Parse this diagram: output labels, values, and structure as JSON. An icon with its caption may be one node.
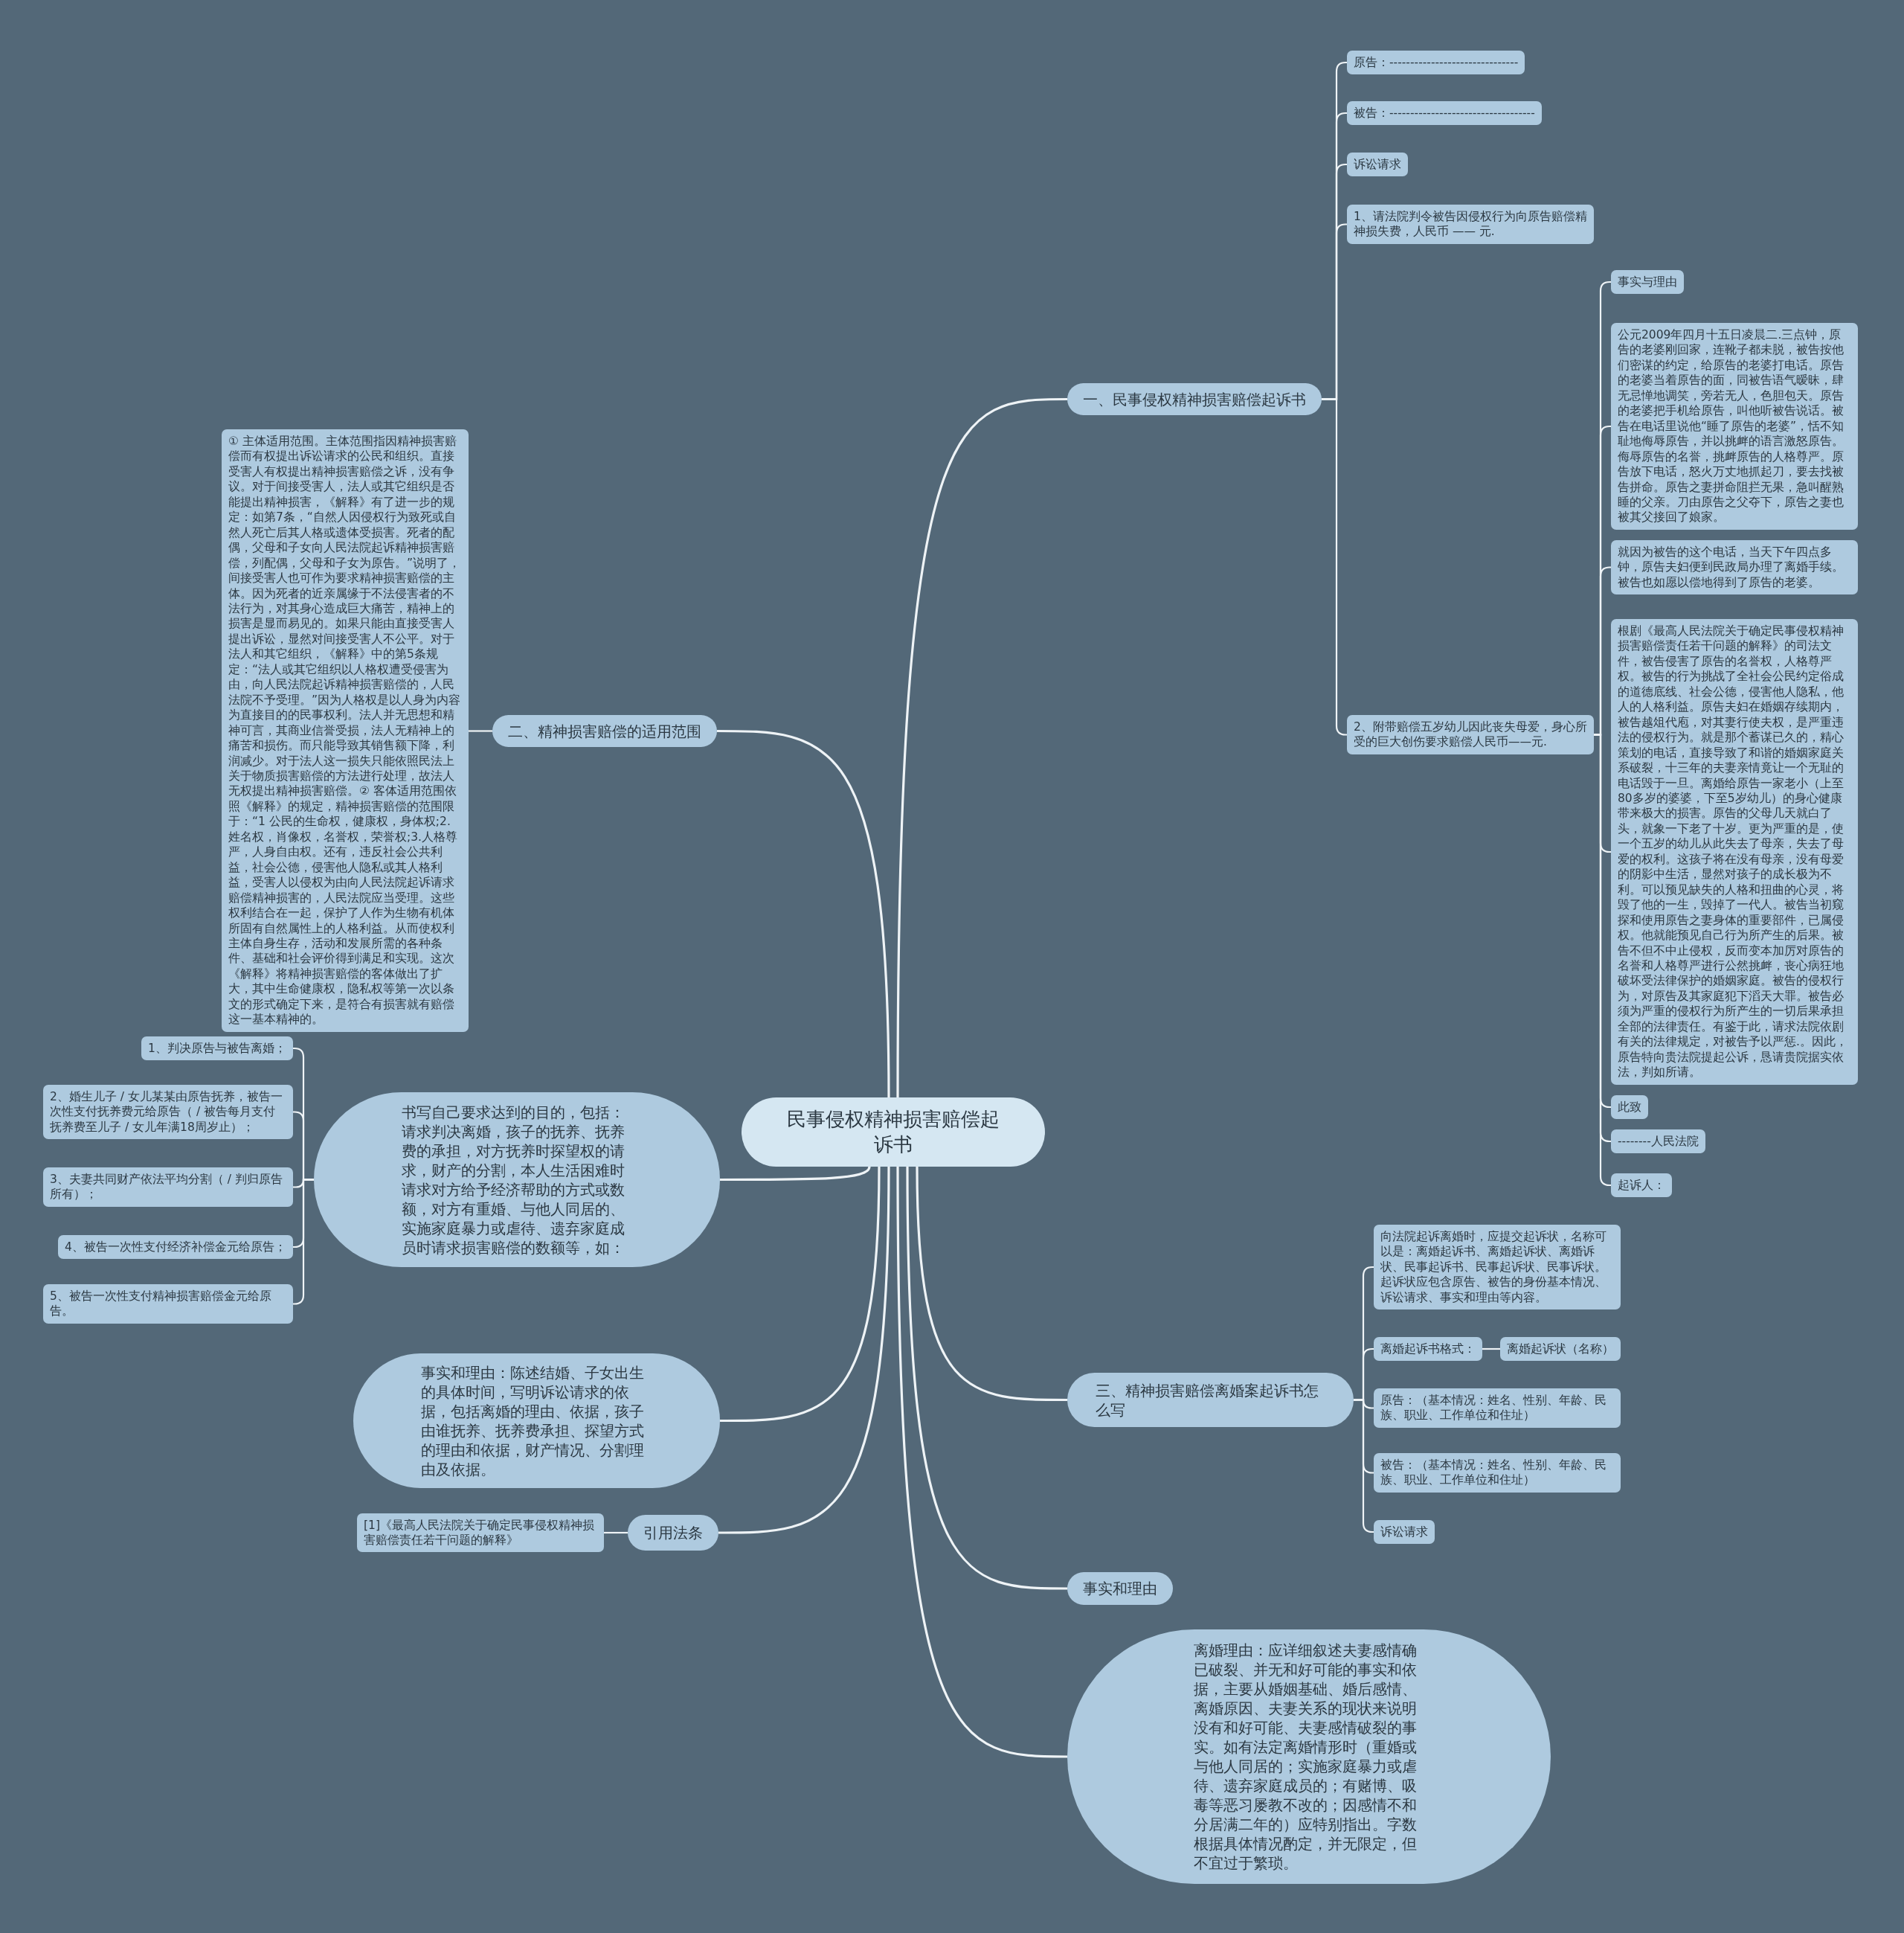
{
  "diagram": {
    "nodes": [
      {
        "text": [
          "民事侵权精神损害赔偿起诉书"
        ]
      },
      {
        "text": [
          "一、民事侵权精神损害赔偿起诉书"
        ]
      },
      {
        "text": [
          "原告：-------------------------------"
        ]
      },
      {
        "text": [
          "被告：-----------------------------------"
        ]
      },
      {
        "text": [
          "诉讼请求"
        ]
      },
      {
        "text": [
          "1、请法院判令被告因侵权行为向原告赔偿精神损失费，人民币 —— 元."
        ]
      },
      {
        "text": [
          "2、附带赔偿五岁幼儿因此丧失母爱，身心所受的巨大创伤要求赔偿人民币——元."
        ]
      },
      {
        "text": [
          "事实与理由"
        ]
      },
      {
        "text": [
          "公元2009年四月十五日凌晨二.三点钟，原告的老婆刚回家，连靴子都未脱，被告按他们密谋的约定，给原告的老婆打电话。原告的老婆当着原告的面，同被告语气暧昧，肆无忌惮地调笑，旁若无人，色胆包天。原告的老婆把手机给原告，叫他听被告说话。被告在电话里说他“睡了原告的老婆”，恬不知耻地侮辱原告，并以挑衅的语言激怒原告。侮辱原告的名誉，挑衅原告的人格尊严。原告放下电话，怒火万丈地抓起刀，要去找被告拼命。原告之妻拼命阻拦无果，急叫醒熟睡的父亲。刀由原告之父夺下，原告之妻也被其父接回了娘家。"
        ]
      },
      {
        "text": [
          "就因为被告的这个电话，当天下午四点多钟，原告夫妇便到民政局办理了离婚手续。被告也如愿以偿地得到了原告的老婆。"
        ]
      },
      {
        "text": [
          "根剧《最高人民法院关于确定民事侵权精神损害赔偿责任若干问题的解释》的司法文件，被告侵害了原告的名誉权，人格尊严权。被告的行为挑战了全社会公民约定俗成的道德底线、社会公德，侵害他人隐私，他人的人格利益。原告夫妇在婚姻存续期内，被告越俎代庖，对其妻行使夫权，是严重违法的侵权行为。就是那个蓄谋已久的，精心策划的电话，直接导致了和谐的婚姻家庭关系破裂，十三年的夫妻亲情竟让一个无耻的电话毁于一旦。离婚给原告一家老小（上至80多岁的婆婆，下至5岁幼儿）的身心健康带来极大的损害。原告的父母几天就白了头，就象一下老了十岁。更为严重的是，使一个五岁的幼儿从此失去了母亲，失去了母爱的权利。这孩子将在没有母亲，没有母爱的阴影中生活，显然对孩子的成长极为不利。可以预见缺失的人格和扭曲的心灵，将毁了他的一生，毁掉了一代人。被告当初窥探和使用原告之妻身体的重要部件，已属侵权。他就能预见自己行为所产生的后果。被告不但不中止侵权，反而变本加厉对原告的名誉和人格尊严进行公然挑衅，丧心病狂地破坏受法律保护的婚姻家庭。被告的侵权行为，对原告及其家庭犯下滔天大罪。被告必须为严重的侵权行为所产生的一切后果承担全部的法律责任。有鉴于此，请求法院依剧有关的法律规定，对被告予以严惩.。因此，原告特向贵法院提起公诉，恳请贵院据实依法，判如所请。"
        ]
      },
      {
        "text": [
          "此致"
        ]
      },
      {
        "text": [
          "--------人民法院"
        ]
      },
      {
        "text": [
          "起诉人："
        ]
      },
      {
        "text": [
          "二、精神损害赔偿的适用范围"
        ]
      },
      {
        "text": [
          "① 主体适用范围。主体范围指因精神损害赔偿而有权提出诉讼请求的公民和组织。直接受害人有权提出精神损害赔偿之诉，没有争议。对于间接受害人，法人或其它组织是否能提出精神损害，《解释》有了进一步的规定：如第7条，“自然人因侵权行为致死或自然人死亡后其人格或遗体受损害。死者的配偶，父母和子女向人民法院起诉精神损害赔偿，列配偶，父母和子女为原告。”说明了，间接受害人也可作为要求精神损害赔偿的主体。因为死者的近亲属缘于不法侵害者的不法行为，对其身心造成巨大痛苦，精神上的损害是显而易见的。如果只能由直接受害人提出诉讼，显然对间接受害人不公平。对于法人和其它组织，《解释》中的第5条规定：“法人或其它组织以人格权遭受侵害为由，向人民法院起诉精神损害赔偿的，人民法院不予受理。”因为人格权是以人身为内容为直接目的的民事权利。法人并无思想和精神可言，其商业信誉受损，法人无精神上的痛苦和损伤。而只能导致其销售额下降，利润减少。对于法人这一损失只能依照民法上关于物质损害赔偿的方法进行处理，故法人无权提出精神损害赔偿。② 客体适用范围依照《解释》的规定，精神损害赔偿的范围限于：“1 公民的生命权，健康权，身体权;2.姓名权，肖像权，名誉权，荣誉权;3.人格尊严，人身自由权。还有，违反社会公共利益，社会公德，侵害他人隐私或其人格利益，受害人以侵权为由向人民法院起诉请求赔偿精神损害的，人民法院应当受理。这些权利结合在一起，保护了人作为生物有机体所固有自然属性上的人格利益。从而使权利主体自身生存，活动和发展所需的各种条件、基础和社会评价得到满足和实现。这次《解释》将精神损害赔偿的客体做出了扩大，其中生命健康权，隐私权等第一次以条文的形式确定下来，是符合有损害就有赔偿这一基本精神的。"
        ]
      },
      {
        "text": [
          "书写自己要求达到的目的，包括：请求判决离婚，孩子的抚养、抚养费的承担，对方抚养时探望权的请求，财产的分割，本人生活困难时请求对方给予经济帮助的方式或数额，对方有重婚、与他人同居的、实施家庭暴力或虐待、遗弃家庭成员时请求损害赔偿的数额等，如："
        ]
      },
      {
        "text": [
          "1、判决原告与被告离婚；"
        ]
      },
      {
        "text": [
          "2、婚生儿子 / 女儿某某由原告抚养，被告一次性支付抚养费元给原告（ / 被告每月支付抚养费至儿子 / 女儿年满18周岁止）；"
        ]
      },
      {
        "text": [
          "3、夫妻共同财产依法平均分割（ / 判归原告所有）；"
        ]
      },
      {
        "text": [
          "4、被告一次性支付经济补偿金元给原告；"
        ]
      },
      {
        "text": [
          "5、被告一次性支付精神损害赔偿金元给原告。"
        ]
      },
      {
        "text": [
          "事实和理由：陈述结婚、子女出生的具体时间，写明诉讼请求的依据，包括离婚的理由、依据，孩子由谁抚养、抚养费承担、探望方式的理由和依据，财产情况、分割理由及依据。"
        ]
      },
      {
        "text": [
          "引用法条"
        ]
      },
      {
        "text": [
          "[1]《最高人民法院关于确定民事侵权精神损害赔偿责任若干问题的解释》"
        ]
      },
      {
        "text": [
          "三、精神损害赔偿离婚案起诉书怎么写"
        ]
      },
      {
        "text": [
          "向法院起诉离婚时，应提交起诉状，名称可以是：离婚起诉书、离婚起诉状、离婚诉状、民事起诉书、民事起诉状、民事诉状。起诉状应包含原告、被告的身份基本情况、诉讼请求、事实和理由等内容。"
        ]
      },
      {
        "text": [
          "离婚起诉书格式："
        ]
      },
      {
        "text": [
          "离婚起诉状（名称）"
        ]
      },
      {
        "text": [
          "原告：（基本情况：姓名、性别、年龄、民族、职业、工作单位和住址）"
        ]
      },
      {
        "text": [
          "被告：（基本情况：姓名、性别、年龄、民族、职业、工作单位和住址）"
        ]
      },
      {
        "text": [
          "诉讼请求"
        ]
      },
      {
        "text": [
          "事实和理由"
        ]
      },
      {
        "text": [
          "离婚理由：应详细叙述夫妻感情确已破裂、并无和好可能的事实和依据，主要从婚姻基础、婚后感情、离婚原因、夫妻关系的现状来说明没有和好可能、夫妻感情破裂的事实。如有法定离婚情形时（重婚或与他人同居的；实施家庭暴力或虐待、遗弃家庭成员的；有赌博、吸毒等恶习屡教不改的；因感情不和分居满二年的）应特别指出。字数根据具体情况酌定，并无限定，但不宜过于繁琐。"
        ]
      }
    ],
    "edges": [
      {
        "from": 0,
        "to": 1,
        "arrow": "none"
      },
      {
        "from": 1,
        "to": 2,
        "arrow": "none"
      },
      {
        "from": 1,
        "to": 3,
        "arrow": "none"
      },
      {
        "from": 1,
        "to": 4,
        "arrow": "none"
      },
      {
        "from": 1,
        "to": 5,
        "arrow": "none"
      },
      {
        "from": 1,
        "to": 6,
        "arrow": "none"
      },
      {
        "from": 6,
        "to": 7,
        "arrow": "none"
      },
      {
        "from": 6,
        "to": 8,
        "arrow": "none"
      },
      {
        "from": 6,
        "to": 9,
        "arrow": "none"
      },
      {
        "from": 6,
        "to": 10,
        "arrow": "none"
      },
      {
        "from": 6,
        "to": 11,
        "arrow": "none"
      },
      {
        "from": 6,
        "to": 12,
        "arrow": "none"
      },
      {
        "from": 6,
        "to": 13,
        "arrow": "none"
      },
      {
        "from": 0,
        "to": 14,
        "arrow": "none"
      },
      {
        "from": 14,
        "to": 15,
        "arrow": "none"
      },
      {
        "from": 0,
        "to": 16,
        "arrow": "none"
      },
      {
        "from": 16,
        "to": 17,
        "arrow": "none"
      },
      {
        "from": 16,
        "to": 18,
        "arrow": "none"
      },
      {
        "from": 16,
        "to": 19,
        "arrow": "none"
      },
      {
        "from": 16,
        "to": 20,
        "arrow": "none"
      },
      {
        "from": 16,
        "to": 21,
        "arrow": "none"
      },
      {
        "from": 0,
        "to": 22,
        "arrow": "none"
      },
      {
        "from": 0,
        "to": 23,
        "arrow": "none"
      },
      {
        "from": 23,
        "to": 24,
        "arrow": "none"
      },
      {
        "from": 0,
        "to": 25,
        "arrow": "none"
      },
      {
        "from": 25,
        "to": 26,
        "arrow": "none"
      },
      {
        "from": 25,
        "to": 27,
        "arrow": "none"
      },
      {
        "from": 27,
        "to": 28,
        "arrow": "none"
      },
      {
        "from": 25,
        "to": 29,
        "arrow": "none"
      },
      {
        "from": 25,
        "to": 30,
        "arrow": "none"
      },
      {
        "from": 25,
        "to": 31,
        "arrow": "none"
      },
      {
        "from": 0,
        "to": 32,
        "arrow": "none"
      },
      {
        "from": 0,
        "to": 33,
        "arrow": "none"
      }
    ]
  }
}
